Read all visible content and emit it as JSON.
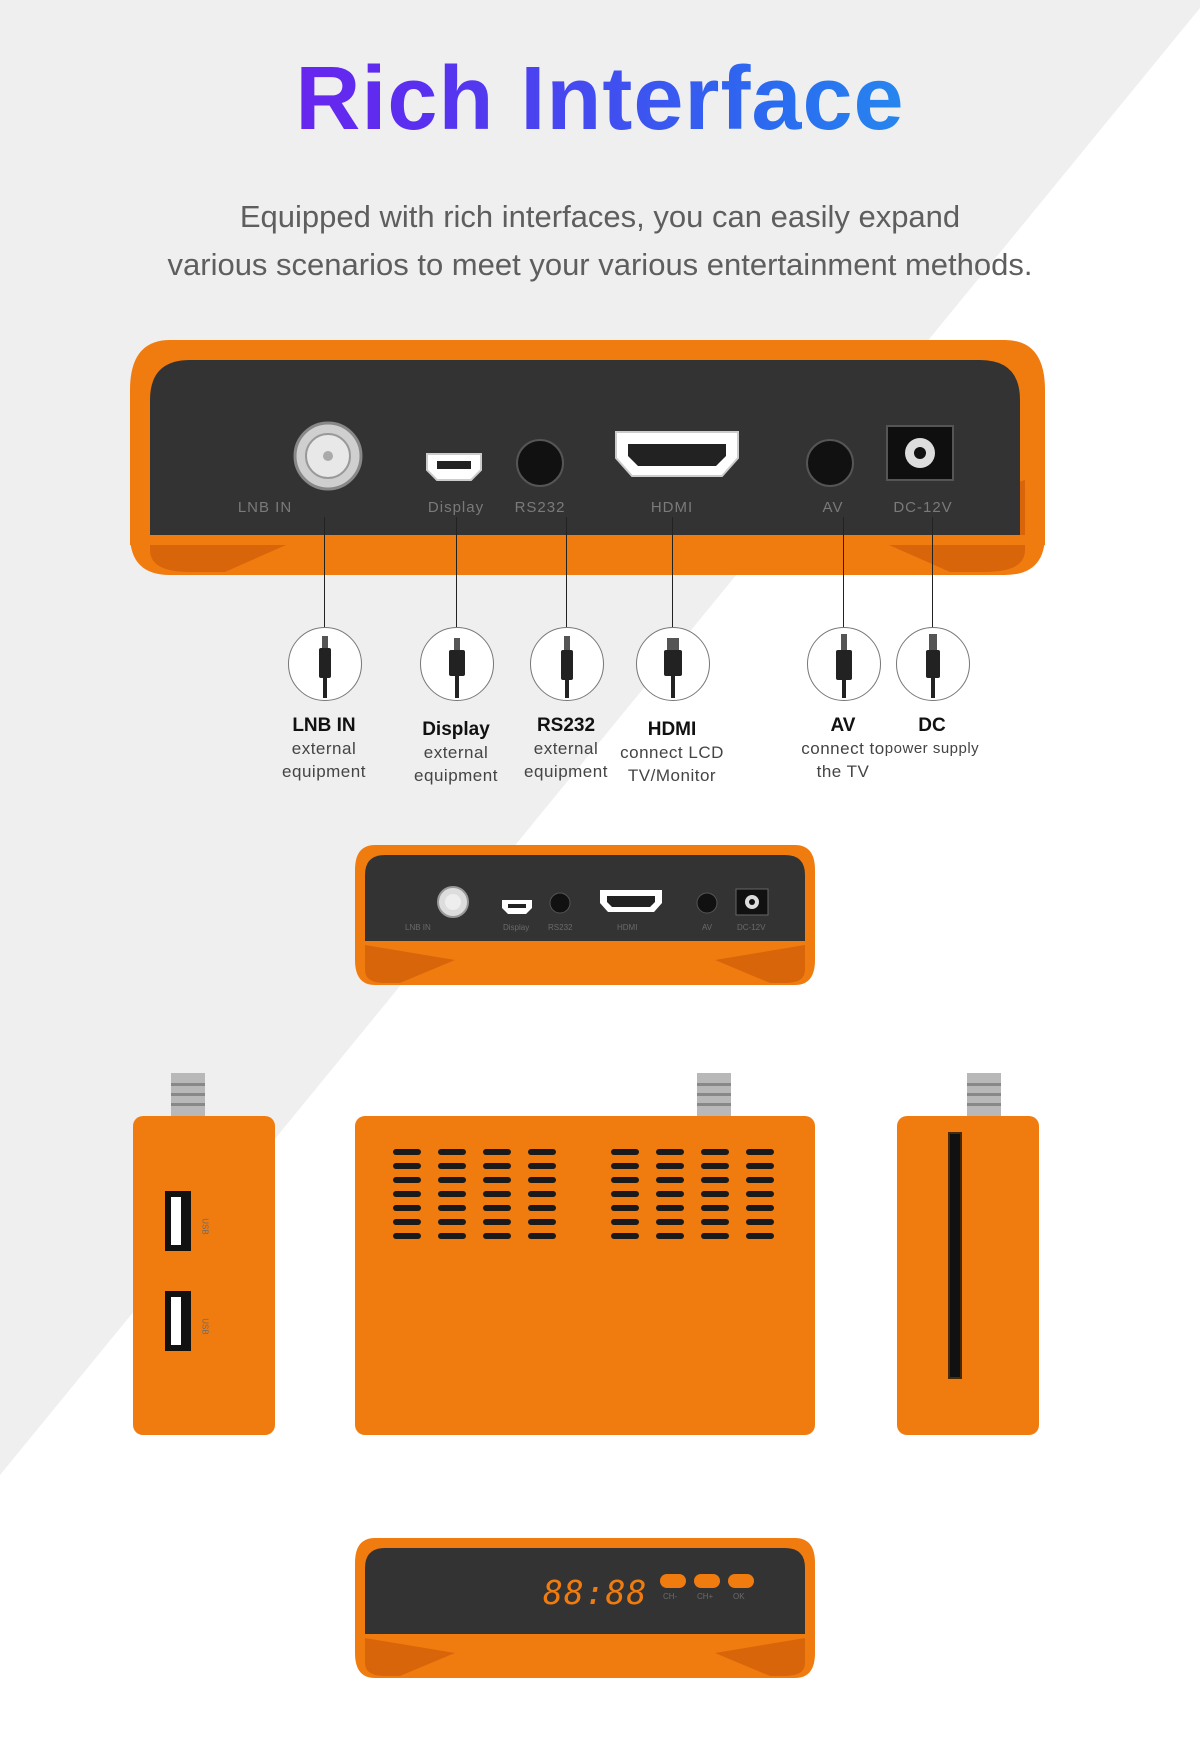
{
  "title": "Rich Interface",
  "subtitle_line1": "Equipped with rich interfaces, you can easily expand",
  "subtitle_line2": "various scenarios to meet your various entertainment methods.",
  "ports": [
    {
      "label": "LNB IN",
      "cap_title": "LNB IN",
      "cap_line1": "external",
      "cap_line2": "equipment"
    },
    {
      "label": "Display",
      "cap_title": "Display",
      "cap_line1": "external",
      "cap_line2": "equipment"
    },
    {
      "label": "RS232",
      "cap_title": "RS232",
      "cap_line1": "external",
      "cap_line2": "equipment"
    },
    {
      "label": "HDMI",
      "cap_title": "HDMI",
      "cap_line1": "connect LCD",
      "cap_line2": "TV/Monitor"
    },
    {
      "label": "AV",
      "cap_title": "AV",
      "cap_line1": "connect to",
      "cap_line2": "the TV"
    },
    {
      "label": "DC-12V",
      "cap_title": "DC",
      "cap_line1": "power supply",
      "cap_line2": ""
    }
  ],
  "small_back_labels": [
    "LNB IN",
    "Display",
    "RS232",
    "HDMI",
    "AV",
    "DC-12V"
  ],
  "usb_label": "USB",
  "front_display": "88:88",
  "front_button_labels": [
    "CH-",
    "CH+",
    "OK"
  ],
  "colors": {
    "orange": "#f07c10",
    "dark_panel": "#333333",
    "background_gray": "#efefef"
  },
  "icons": [
    "coax-connector-icon",
    "mini-usb-port-icon",
    "audio-jack-icon",
    "hdmi-port-icon",
    "dc-jack-icon",
    "cable-plug-icon",
    "usb-port-icon",
    "card-slot-icon"
  ]
}
